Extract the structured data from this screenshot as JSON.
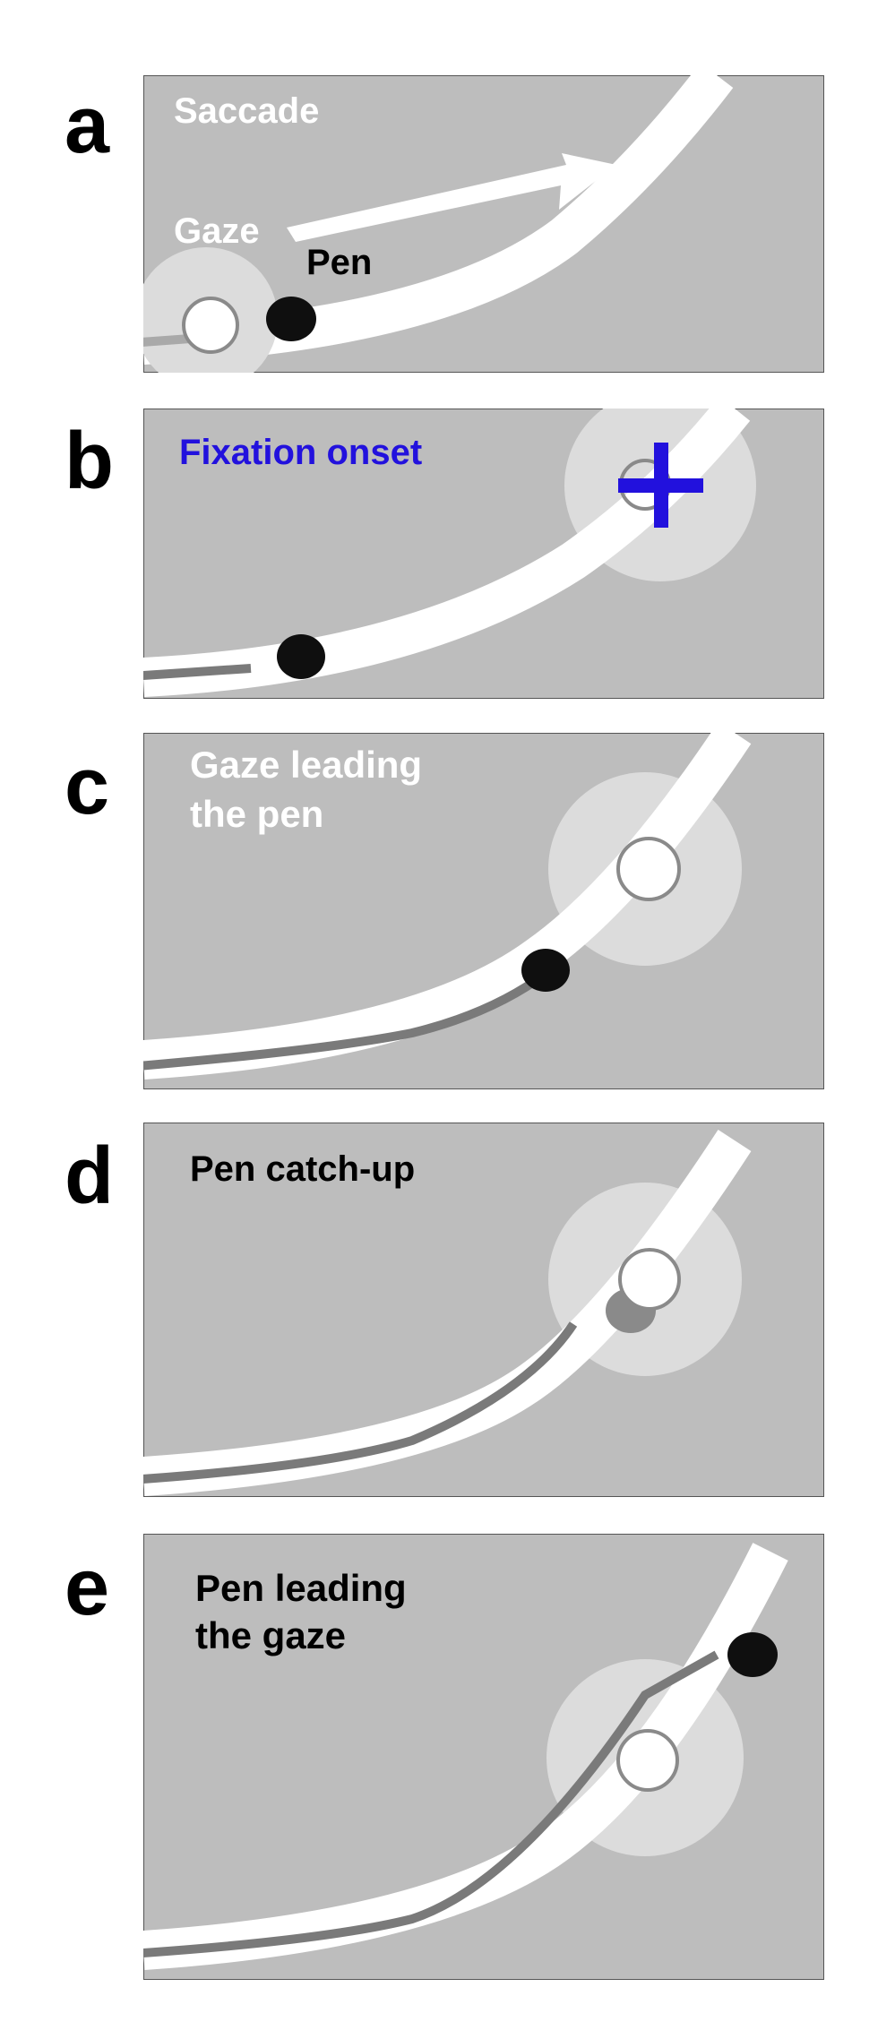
{
  "panels": [
    {
      "letter": "a",
      "labels": {
        "saccade": "Saccade",
        "gaze": "Gaze",
        "pen": "Pen"
      }
    },
    {
      "letter": "b",
      "labels": {
        "fixation": "Fixation onset"
      }
    },
    {
      "letter": "c",
      "labels": {
        "line1": "Gaze leading",
        "line2": "the pen"
      }
    },
    {
      "letter": "d",
      "labels": {
        "line1": "Pen catch-up"
      }
    },
    {
      "letter": "e",
      "labels": {
        "line1": "Pen leading",
        "line2": "the gaze"
      }
    }
  ],
  "colors": {
    "panel_background": "#bdbdbd",
    "path": "#ffffff",
    "ink_trace": "#7a7a7a",
    "pen": "#0f0f0f",
    "pen_catchup": "#8a8a8a",
    "gaze_halo": "#dcdcdc",
    "gaze_marker": "#ffffff",
    "fixation_text": "#2211dd",
    "label_light": "#ffffff",
    "label_dark": "#000000"
  }
}
